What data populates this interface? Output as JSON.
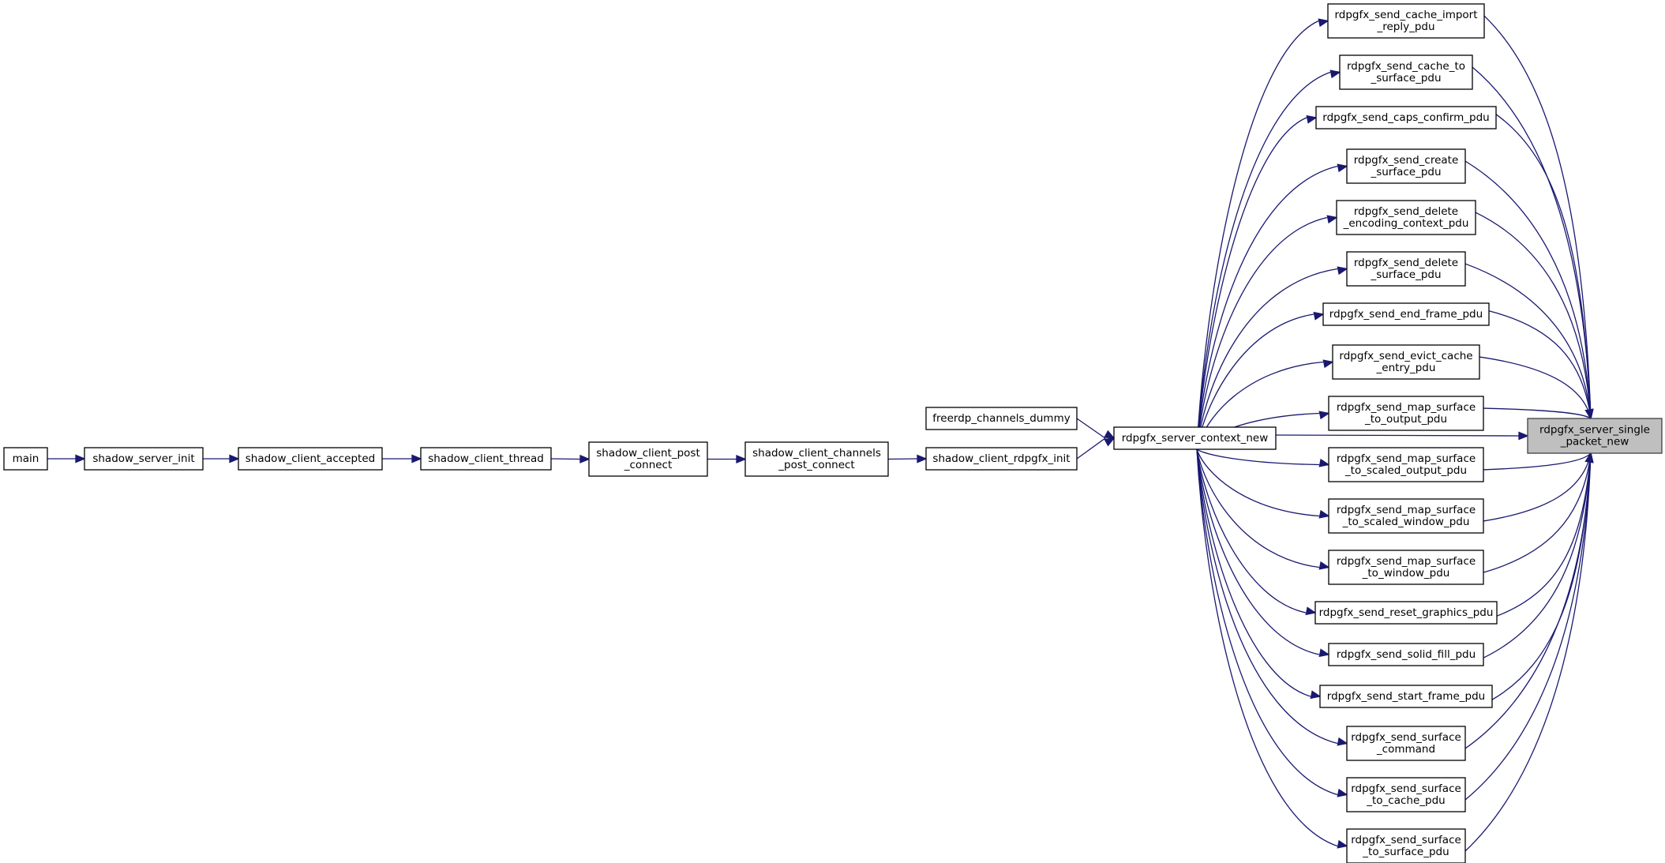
{
  "diagram": {
    "nodes": {
      "main": [
        "main"
      ],
      "shadow_server_init": [
        "shadow_server_init"
      ],
      "shadow_client_accepted": [
        "shadow_client_accepted"
      ],
      "shadow_client_thread": [
        "shadow_client_thread"
      ],
      "shadow_client_post_connect": [
        "shadow_client_post",
        "_connect"
      ],
      "shadow_client_channels_post_connect": [
        "shadow_client_channels",
        "_post_connect"
      ],
      "shadow_client_rdpgfx_init": [
        "shadow_client_rdpgfx_init"
      ],
      "freerdp_channels_dummy": [
        "freerdp_channels_dummy"
      ],
      "rdpgfx_server_context_new": [
        "rdpgfx_server_context_new"
      ],
      "rdpgfx_server_single_packet_new": [
        "rdpgfx_server_single",
        "_packet_new"
      ],
      "rdpgfx_send_cache_import_reply_pdu": [
        "rdpgfx_send_cache_import",
        "_reply_pdu"
      ],
      "rdpgfx_send_cache_to_surface_pdu": [
        "rdpgfx_send_cache_to",
        "_surface_pdu"
      ],
      "rdpgfx_send_caps_confirm_pdu": [
        "rdpgfx_send_caps_confirm_pdu"
      ],
      "rdpgfx_send_create_surface_pdu": [
        "rdpgfx_send_create",
        "_surface_pdu"
      ],
      "rdpgfx_send_delete_encoding_context_pdu": [
        "rdpgfx_send_delete",
        "_encoding_context_pdu"
      ],
      "rdpgfx_send_delete_surface_pdu": [
        "rdpgfx_send_delete",
        "_surface_pdu"
      ],
      "rdpgfx_send_end_frame_pdu": [
        "rdpgfx_send_end_frame_pdu"
      ],
      "rdpgfx_send_evict_cache_entry_pdu": [
        "rdpgfx_send_evict_cache",
        "_entry_pdu"
      ],
      "rdpgfx_send_map_surface_to_output_pdu": [
        "rdpgfx_send_map_surface",
        "_to_output_pdu"
      ],
      "rdpgfx_send_map_surface_to_scaled_output_pdu": [
        "rdpgfx_send_map_surface",
        "_to_scaled_output_pdu"
      ],
      "rdpgfx_send_map_surface_to_scaled_window_pdu": [
        "rdpgfx_send_map_surface",
        "_to_scaled_window_pdu"
      ],
      "rdpgfx_send_map_surface_to_window_pdu": [
        "rdpgfx_send_map_surface",
        "_to_window_pdu"
      ],
      "rdpgfx_send_reset_graphics_pdu": [
        "rdpgfx_send_reset_graphics_pdu"
      ],
      "rdpgfx_send_solid_fill_pdu": [
        "rdpgfx_send_solid_fill_pdu"
      ],
      "rdpgfx_send_start_frame_pdu": [
        "rdpgfx_send_start_frame_pdu"
      ],
      "rdpgfx_send_surface_command": [
        "rdpgfx_send_surface",
        "_command"
      ],
      "rdpgfx_send_surface_to_cache_pdu": [
        "rdpgfx_send_surface",
        "_to_cache_pdu"
      ],
      "rdpgfx_send_surface_to_surface_pdu": [
        "rdpgfx_send_surface",
        "_to_surface_pdu"
      ]
    },
    "edges": [
      [
        "main",
        "shadow_server_init"
      ],
      [
        "shadow_server_init",
        "shadow_client_accepted"
      ],
      [
        "shadow_client_accepted",
        "shadow_client_thread"
      ],
      [
        "shadow_client_thread",
        "shadow_client_post_connect"
      ],
      [
        "shadow_client_post_connect",
        "shadow_client_channels_post_connect"
      ],
      [
        "shadow_client_channels_post_connect",
        "shadow_client_rdpgfx_init"
      ],
      [
        "shadow_client_rdpgfx_init",
        "rdpgfx_server_context_new"
      ],
      [
        "freerdp_channels_dummy",
        "rdpgfx_server_context_new"
      ],
      [
        "rdpgfx_server_context_new",
        "rdpgfx_send_cache_import_reply_pdu"
      ],
      [
        "rdpgfx_server_context_new",
        "rdpgfx_send_cache_to_surface_pdu"
      ],
      [
        "rdpgfx_server_context_new",
        "rdpgfx_send_caps_confirm_pdu"
      ],
      [
        "rdpgfx_server_context_new",
        "rdpgfx_send_create_surface_pdu"
      ],
      [
        "rdpgfx_server_context_new",
        "rdpgfx_send_delete_encoding_context_pdu"
      ],
      [
        "rdpgfx_server_context_new",
        "rdpgfx_send_delete_surface_pdu"
      ],
      [
        "rdpgfx_server_context_new",
        "rdpgfx_send_end_frame_pdu"
      ],
      [
        "rdpgfx_server_context_new",
        "rdpgfx_send_evict_cache_entry_pdu"
      ],
      [
        "rdpgfx_server_context_new",
        "rdpgfx_send_map_surface_to_output_pdu"
      ],
      [
        "rdpgfx_server_context_new",
        "rdpgfx_send_map_surface_to_scaled_output_pdu"
      ],
      [
        "rdpgfx_server_context_new",
        "rdpgfx_send_map_surface_to_scaled_window_pdu"
      ],
      [
        "rdpgfx_server_context_new",
        "rdpgfx_send_map_surface_to_window_pdu"
      ],
      [
        "rdpgfx_server_context_new",
        "rdpgfx_send_reset_graphics_pdu"
      ],
      [
        "rdpgfx_server_context_new",
        "rdpgfx_send_solid_fill_pdu"
      ],
      [
        "rdpgfx_server_context_new",
        "rdpgfx_send_start_frame_pdu"
      ],
      [
        "rdpgfx_server_context_new",
        "rdpgfx_send_surface_command"
      ],
      [
        "rdpgfx_server_context_new",
        "rdpgfx_send_surface_to_cache_pdu"
      ],
      [
        "rdpgfx_server_context_new",
        "rdpgfx_send_surface_to_surface_pdu"
      ],
      [
        "rdpgfx_server_context_new",
        "rdpgfx_server_single_packet_new"
      ],
      [
        "rdpgfx_send_cache_import_reply_pdu",
        "rdpgfx_server_single_packet_new"
      ],
      [
        "rdpgfx_send_cache_to_surface_pdu",
        "rdpgfx_server_single_packet_new"
      ],
      [
        "rdpgfx_send_caps_confirm_pdu",
        "rdpgfx_server_single_packet_new"
      ],
      [
        "rdpgfx_send_create_surface_pdu",
        "rdpgfx_server_single_packet_new"
      ],
      [
        "rdpgfx_send_delete_encoding_context_pdu",
        "rdpgfx_server_single_packet_new"
      ],
      [
        "rdpgfx_send_delete_surface_pdu",
        "rdpgfx_server_single_packet_new"
      ],
      [
        "rdpgfx_send_end_frame_pdu",
        "rdpgfx_server_single_packet_new"
      ],
      [
        "rdpgfx_send_evict_cache_entry_pdu",
        "rdpgfx_server_single_packet_new"
      ],
      [
        "rdpgfx_send_map_surface_to_output_pdu",
        "rdpgfx_server_single_packet_new"
      ],
      [
        "rdpgfx_send_map_surface_to_scaled_output_pdu",
        "rdpgfx_server_single_packet_new"
      ],
      [
        "rdpgfx_send_map_surface_to_scaled_window_pdu",
        "rdpgfx_server_single_packet_new"
      ],
      [
        "rdpgfx_send_map_surface_to_window_pdu",
        "rdpgfx_server_single_packet_new"
      ],
      [
        "rdpgfx_send_reset_graphics_pdu",
        "rdpgfx_server_single_packet_new"
      ],
      [
        "rdpgfx_send_solid_fill_pdu",
        "rdpgfx_server_single_packet_new"
      ],
      [
        "rdpgfx_send_start_frame_pdu",
        "rdpgfx_server_single_packet_new"
      ],
      [
        "rdpgfx_send_surface_command",
        "rdpgfx_server_single_packet_new"
      ],
      [
        "rdpgfx_send_surface_to_cache_pdu",
        "rdpgfx_server_single_packet_new"
      ],
      [
        "rdpgfx_send_surface_to_surface_pdu",
        "rdpgfx_server_single_packet_new"
      ]
    ],
    "highlighted": "rdpgfx_server_single_packet_new",
    "colors": {
      "edge": "#191970",
      "highlight_fill": "#bfbfbf",
      "node_fill": "#ffffff",
      "node_stroke": "#000000"
    }
  }
}
